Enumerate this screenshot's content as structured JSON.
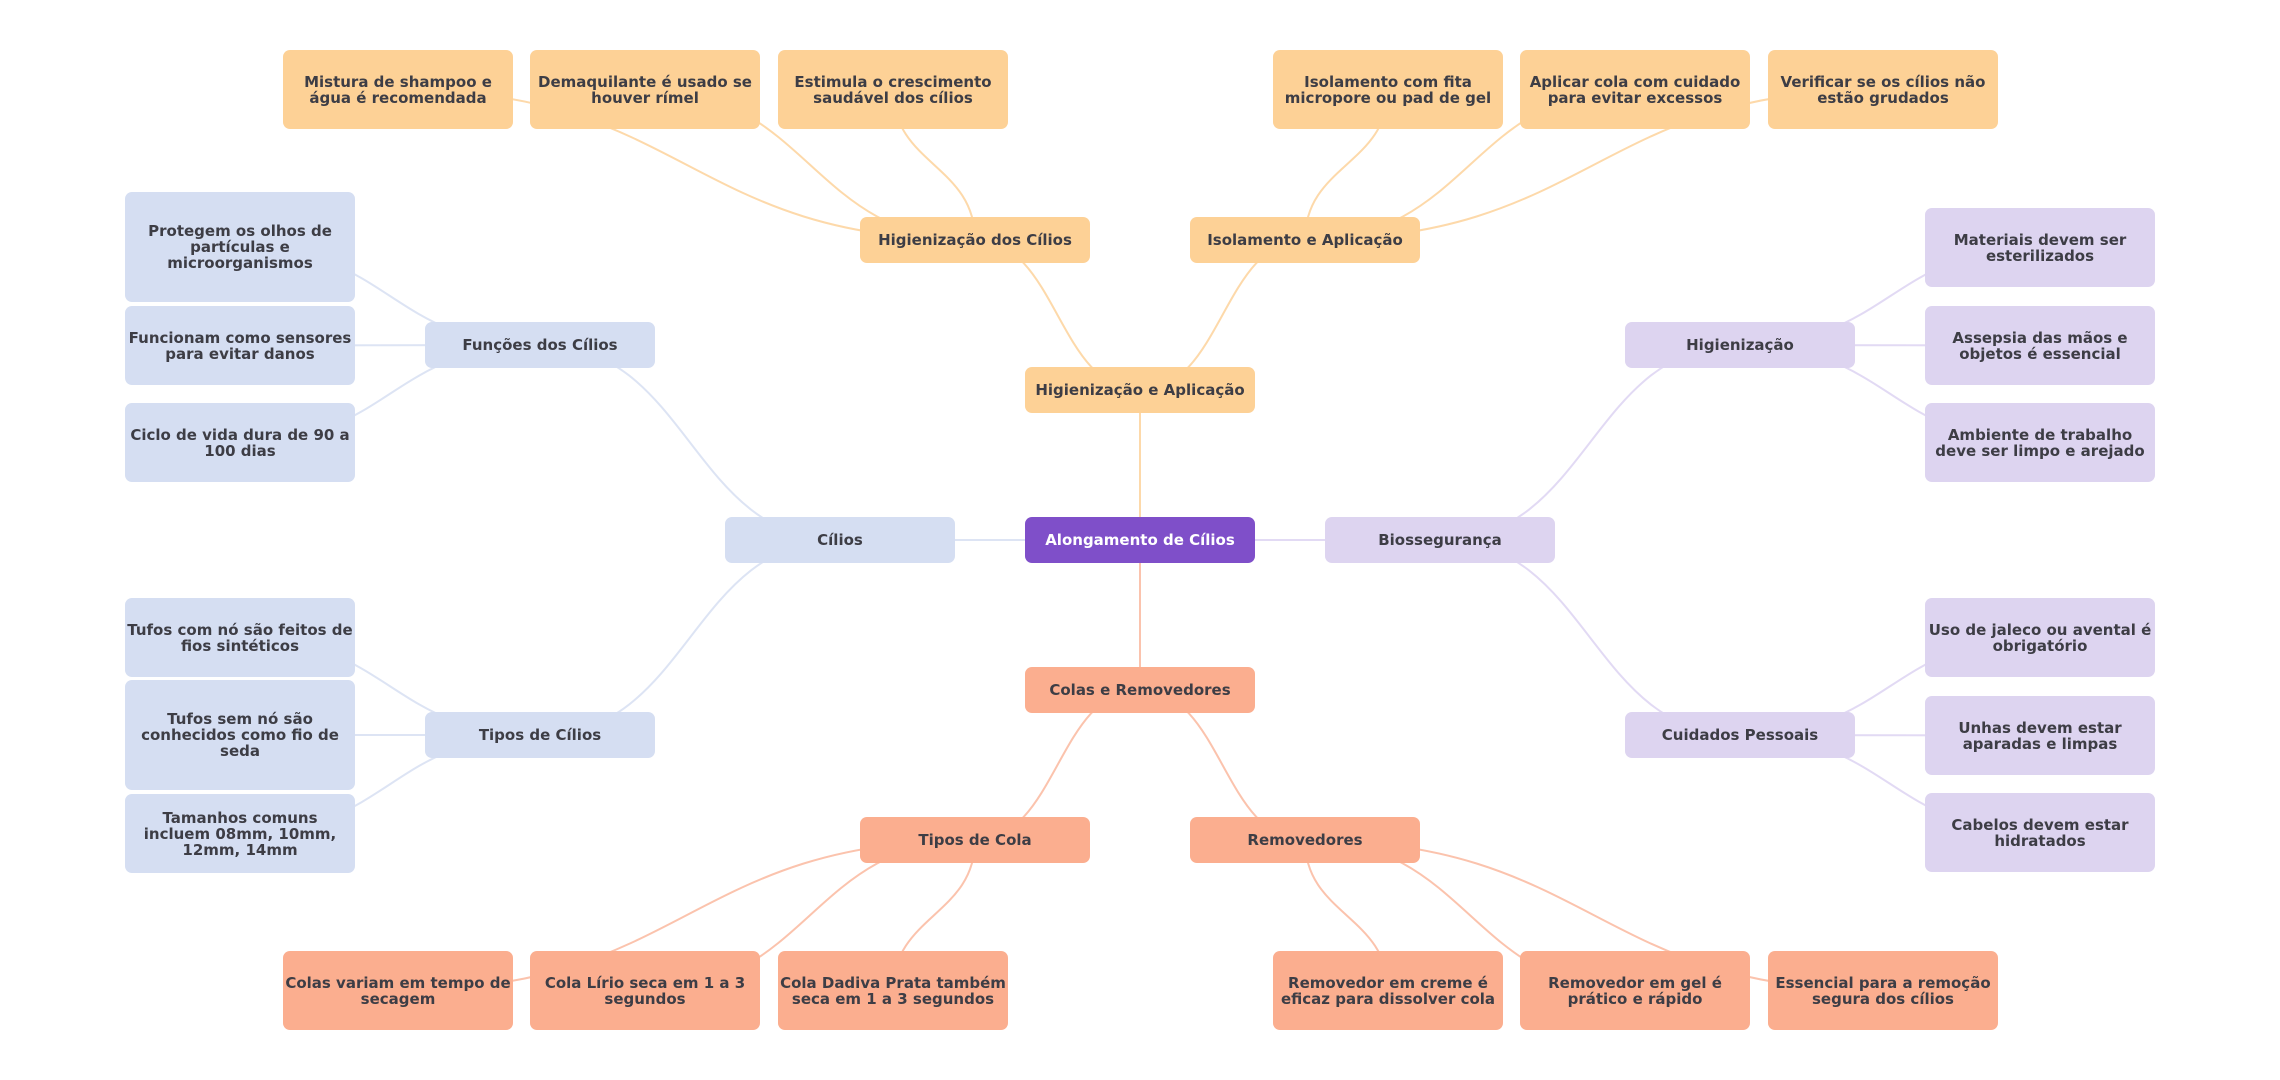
{
  "title": "Alongamento de Cílios",
  "colors": {
    "root": "#7f4fc9",
    "orange": "#fdd196",
    "orange_edge": "#fdd9aa",
    "salmon": "#fbae8f",
    "salmon_edge": "#fbc3ad",
    "blue": "#d5def2",
    "blue_edge": "#dde4f4",
    "purple": "#ddd4f0",
    "purple_edge": "#e2daf4"
  },
  "root": {
    "label": "Alongamento de Cílios"
  },
  "branches": {
    "higienizacao_aplicacao": {
      "label": "Higienização e Aplicação",
      "children": {
        "higienizacao_cilios": {
          "label": "Higienização dos Cílios",
          "leaves": [
            "Mistura de shampoo e água é recomendada",
            "Demaquilante é usado se houver rímel",
            "Estimula o crescimento saudável dos cílios"
          ]
        },
        "isolamento_aplicacao": {
          "label": "Isolamento e Aplicação",
          "leaves": [
            "Isolamento com fita micropore ou pad de gel",
            "Aplicar cola com cuidado para evitar excessos",
            "Verificar se os cílios não estão grudados"
          ]
        }
      }
    },
    "cilios": {
      "label": "Cílios",
      "children": {
        "funcoes": {
          "label": "Funções dos Cílios",
          "leaves": [
            "Protegem os olhos de partículas e microorganismos",
            "Funcionam como sensores para evitar danos",
            "Ciclo de vida dura de 90 a 100 dias"
          ]
        },
        "tipos": {
          "label": "Tipos de Cílios",
          "leaves": [
            "Tufos com nó são feitos de fios sintéticos",
            "Tufos sem nó são conhecidos como fio de seda",
            "Tamanhos comuns incluem 08mm, 10mm, 12mm, 14mm"
          ]
        }
      }
    },
    "biosseguranca": {
      "label": "Biossegurança",
      "children": {
        "higienizacao": {
          "label": "Higienização",
          "leaves": [
            "Materiais devem ser esterilizados",
            "Assepsia das mãos e objetos é essencial",
            "Ambiente de trabalho deve ser limpo e arejado"
          ]
        },
        "cuidados": {
          "label": "Cuidados Pessoais",
          "leaves": [
            "Uso de jaleco ou avental é obrigatório",
            "Unhas devem estar aparadas e limpas",
            "Cabelos devem estar hidratados"
          ]
        }
      }
    },
    "colas_removedores": {
      "label": "Colas e Removedores",
      "children": {
        "tipos_cola": {
          "label": "Tipos de Cola",
          "leaves": [
            "Colas variam em tempo de secagem",
            "Cola Lírio seca em 1 a 3 segundos",
            "Cola Dadiva Prata também seca em 1 a 3 segundos"
          ]
        },
        "removedores": {
          "label": "Removedores",
          "leaves": [
            "Removedor em creme é eficaz para dissolver cola",
            "Removedor em gel é prático e rápido",
            "Essencial para a remoção segura dos cílios"
          ]
        }
      }
    }
  }
}
